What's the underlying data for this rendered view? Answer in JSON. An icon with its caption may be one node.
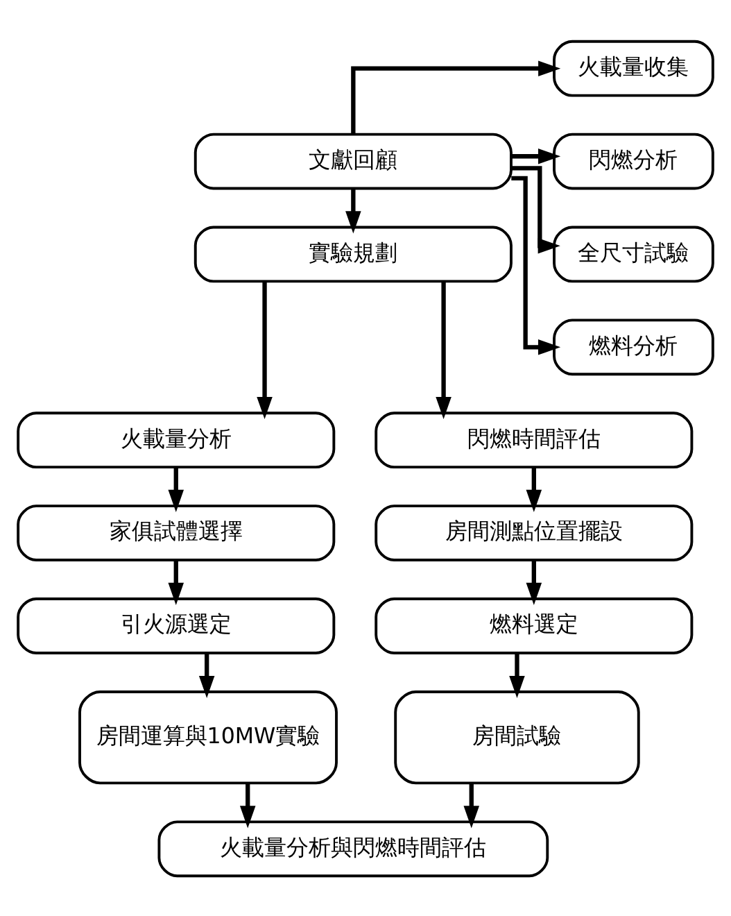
{
  "diagram": {
    "nodes": [
      {
        "text": [
          "文獻回顧"
        ]
      },
      {
        "text": [
          "火載量收集"
        ]
      },
      {
        "text": [
          "閃燃分析"
        ]
      },
      {
        "text": [
          "全尺寸試驗"
        ]
      },
      {
        "text": [
          "燃料分析"
        ]
      },
      {
        "text": [
          "實驗規劃"
        ]
      },
      {
        "text": [
          "火載量分析"
        ]
      },
      {
        "text": [
          "閃燃時間評估"
        ]
      },
      {
        "text": [
          "家俱試體選擇"
        ]
      },
      {
        "text": [
          "房間測點位置擺設"
        ]
      },
      {
        "text": [
          "引火源選定"
        ]
      },
      {
        "text": [
          "燃料選定"
        ]
      },
      {
        "text": [
          "房間運算與10MW實驗"
        ]
      },
      {
        "text": [
          "房間試驗"
        ]
      },
      {
        "text": [
          "火載量分析與閃燃時間評估"
        ]
      }
    ],
    "edges": [
      {
        "from": 0,
        "to": 5,
        "arrow": "to"
      },
      {
        "from": 0,
        "to": 1,
        "arrow": "to"
      },
      {
        "from": 0,
        "to": 2,
        "arrow": "to"
      },
      {
        "from": 0,
        "to": 3,
        "arrow": "to"
      },
      {
        "from": 0,
        "to": 4,
        "arrow": "to"
      },
      {
        "from": 5,
        "to": 6,
        "arrow": "to"
      },
      {
        "from": 5,
        "to": 7,
        "arrow": "to"
      },
      {
        "from": 6,
        "to": 8,
        "arrow": "to"
      },
      {
        "from": 8,
        "to": 10,
        "arrow": "to"
      },
      {
        "from": 10,
        "to": 12,
        "arrow": "to"
      },
      {
        "from": 7,
        "to": 9,
        "arrow": "to"
      },
      {
        "from": 9,
        "to": 11,
        "arrow": "to"
      },
      {
        "from": 11,
        "to": 13,
        "arrow": "to"
      },
      {
        "from": 12,
        "to": 14,
        "arrow": "to"
      },
      {
        "from": 13,
        "to": 14,
        "arrow": "to"
      }
    ]
  }
}
